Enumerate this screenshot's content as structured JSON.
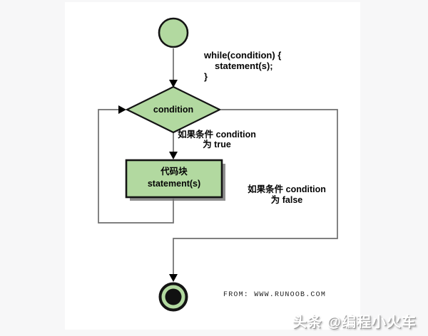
{
  "page": {
    "background": "#f7f7f8",
    "canvas_background": "#ffffff"
  },
  "colors": {
    "node_fill": "#b2d9a0",
    "node_border": "#141414",
    "connector": "#6e6e6e",
    "arrowhead": "#000000",
    "process_shadow": "#8f8f8f",
    "end_node_core": "#111111"
  },
  "flowchart": {
    "code_snippet": {
      "line1": "while(condition) {",
      "line2": "statement(s);",
      "line3": "}"
    },
    "condition_node": {
      "label": "condition"
    },
    "process_node": {
      "line1": "代码块",
      "line2": "statement(s)"
    },
    "true_branch": {
      "line1": "如果条件 condition",
      "line2": "为 true"
    },
    "false_branch": {
      "line1": "如果条件 condition",
      "line2": "为 false"
    },
    "source_credit": "FROM: WWW.RUNOOB.COM"
  },
  "watermark": {
    "text": "头条 @编程小火车"
  }
}
